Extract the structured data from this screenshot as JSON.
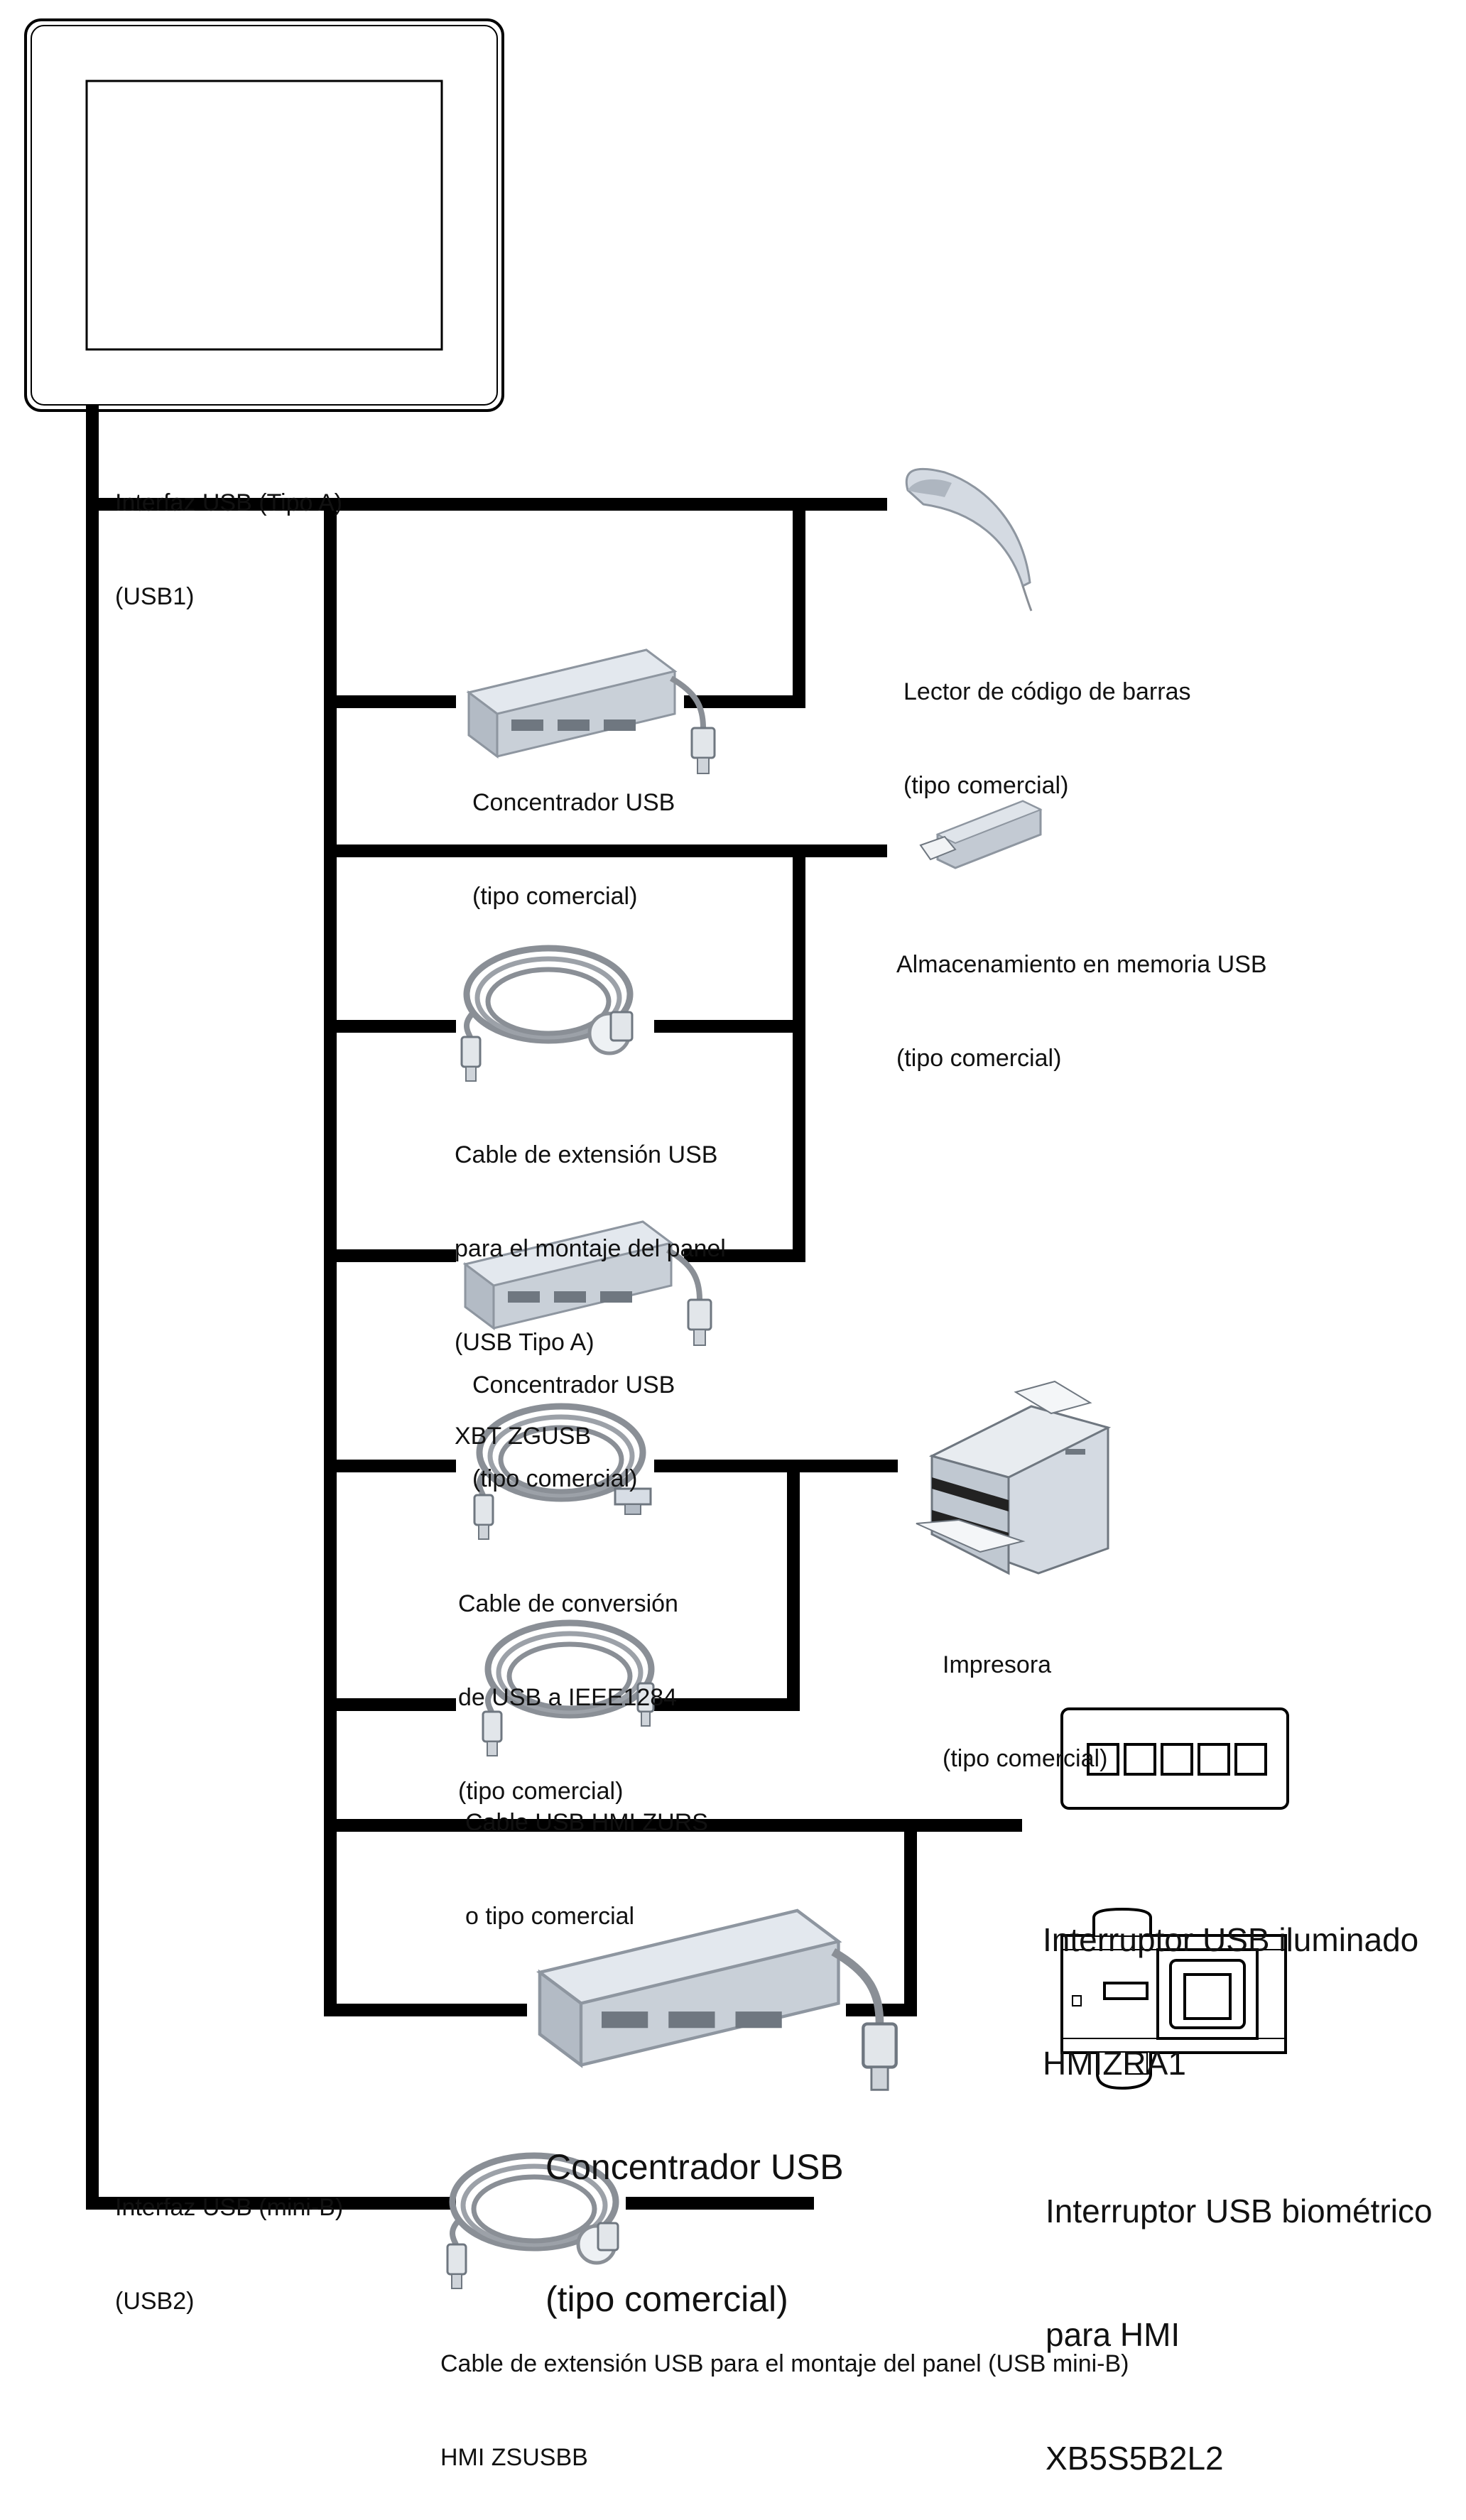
{
  "diagram": {
    "usb1_interface": [
      "Interfaz USB (Tipo A)",
      "(USB1)"
    ],
    "usb2_interface": [
      "Interfaz USB (mini-B)",
      "(USB2)"
    ],
    "barcode_reader": [
      "Lector de código de barras",
      "(tipo comercial)"
    ],
    "hub_1": [
      "Concentrador USB",
      "(tipo comercial)"
    ],
    "usb_memory": [
      "Almacenamiento en memoria USB",
      "(tipo comercial)"
    ],
    "extension_cable_a": [
      "Cable de extensión USB",
      "para el montaje del panel",
      "(USB Tipo A)",
      "XBT ZGUSB"
    ],
    "hub_2": [
      "Concentrador USB",
      "(tipo comercial)"
    ],
    "conversion_cable": [
      "Cable de conversión",
      "de USB a IEEE1284",
      "(tipo comercial)"
    ],
    "printer": [
      "Impresora",
      "(tipo comercial)"
    ],
    "zurs_cable": [
      "Cable USB HMI ZURS",
      "o tipo comercial"
    ],
    "illuminated_switch": [
      "Interruptor USB iluminado",
      "HMIZRA1"
    ],
    "hub_3": [
      "Concentrador USB",
      "(tipo comercial)"
    ],
    "biometric_switch": [
      "Interruptor USB biométrico",
      "para HMI",
      "XB5S5B2L2"
    ],
    "extension_cable_mini_b": [
      "Cable de extensión USB para el montaje del panel (USB mini-B)",
      "HMI ZSUSBB"
    ]
  },
  "colors": {
    "line": "#000000",
    "device_fill": "#d7dde5",
    "device_dark": "#aeb6c0",
    "cable": "#8a8f96",
    "port": "#6f7780"
  }
}
